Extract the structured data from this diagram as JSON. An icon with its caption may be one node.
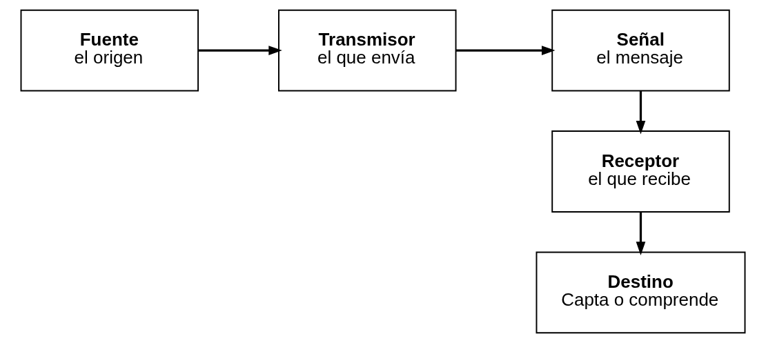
{
  "diagram": {
    "nodes": [
      {
        "text": [
          "Fuente",
          "el origen"
        ]
      },
      {
        "text": [
          "Transmisor",
          "el que envía"
        ]
      },
      {
        "text": [
          "Señal",
          "el mensaje"
        ]
      },
      {
        "text": [
          "Receptor",
          "el que recibe"
        ]
      },
      {
        "text": [
          "Destino",
          "Capta o comprende"
        ]
      }
    ],
    "edges": [
      {
        "from": 0,
        "to": 1,
        "arrow": "to"
      },
      {
        "from": 1,
        "to": 2,
        "arrow": "to"
      },
      {
        "from": 2,
        "to": 3,
        "arrow": "to"
      },
      {
        "from": 3,
        "to": 4,
        "arrow": "to"
      }
    ]
  }
}
